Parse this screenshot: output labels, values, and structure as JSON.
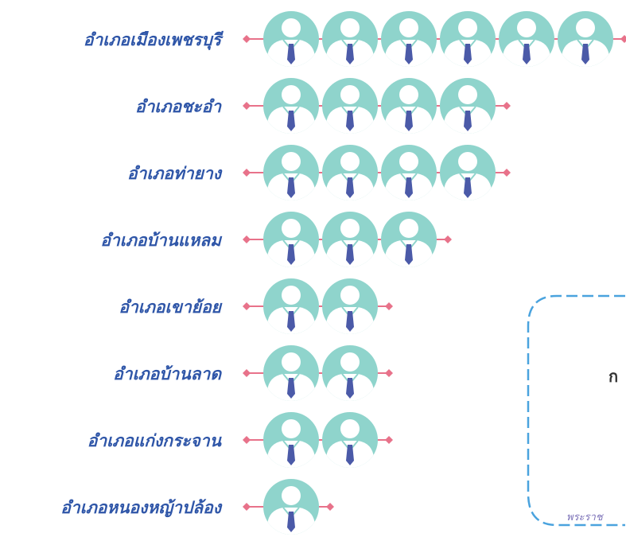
{
  "chart_data": {
    "type": "pictograph",
    "categories": [
      "อำเภอเมืองเพชรบุรี",
      "อำเภอชะอำ",
      "อำเภอท่ายาง",
      "อำเภอบ้านแหลม",
      "อำเภอเขาย้อย",
      "อำเภอบ้านลาด",
      "อำเภอแก่งกระจาน",
      "อำเภอหนองหญ้าปล้อง"
    ],
    "values": [
      6,
      4,
      4,
      3,
      2,
      2,
      2,
      1
    ]
  },
  "side_box": {
    "text": "ก",
    "footer": "พระราช"
  },
  "colors": {
    "label": "#2f56a8",
    "icon_circle": "#8fd4cc",
    "icon_body": "#ffffff",
    "icon_tie": "#4b5aa8",
    "axis_line": "#e8728a",
    "axis_dot": "#e8728a",
    "box_border": "#4aa3de",
    "box_text": "#333333",
    "footer_text": "#7c72b8"
  },
  "icons": {
    "unit": "person-with-tie-icon"
  }
}
